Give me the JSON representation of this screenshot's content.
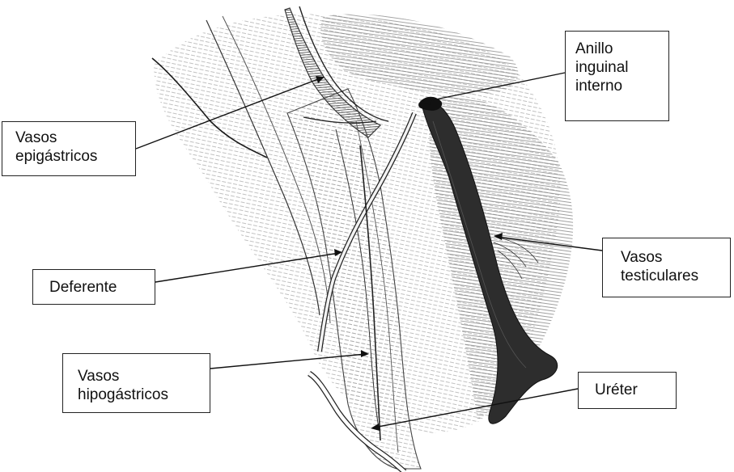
{
  "labels": {
    "epigastricos": [
      "Vasos",
      "epigástricos"
    ],
    "anillo": [
      "Anillo",
      "inguinal",
      "interno"
    ],
    "testiculares": [
      "Vasos",
      "testiculares"
    ],
    "deferente": [
      "Deferente"
    ],
    "hipogastricos": [
      "Vasos",
      "hipogástricos"
    ],
    "ureter": [
      "Uréter"
    ]
  },
  "colors": {
    "background": "#ffffff",
    "ink": "#111111",
    "shading": "#8a8a8a",
    "vessel_dark": "#2b2b2b"
  }
}
